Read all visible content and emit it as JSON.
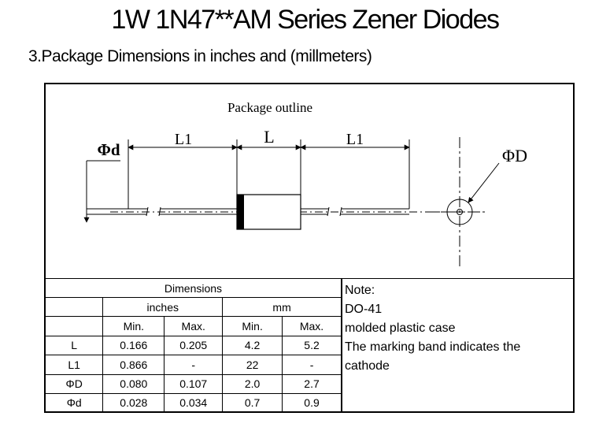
{
  "title": "1W 1N47**AM Series Zener Diodes",
  "subtitle": "3.Package Dimensions in inches and (millmeters)",
  "drawing": {
    "caption": "Package outline",
    "label_d": "Φd",
    "label_L": "L",
    "label_L1": "L1",
    "label_D": "ΦD"
  },
  "table": {
    "header": "Dimensions",
    "units": [
      "inches",
      "mm"
    ],
    "columns": [
      "Min.",
      "Max.",
      "Min.",
      "Max."
    ],
    "rows": [
      {
        "name": "L",
        "values": [
          "0.166",
          "0.205",
          "4.2",
          "5.2"
        ]
      },
      {
        "name": "L1",
        "values": [
          "0.866",
          "-",
          "22",
          "-"
        ]
      },
      {
        "name": "ΦD",
        "values": [
          "0.080",
          "0.107",
          "2.0",
          "2.7"
        ]
      },
      {
        "name": "Φd",
        "values": [
          "0.028",
          "0.034",
          "0.7",
          "0.9"
        ]
      }
    ]
  },
  "note": {
    "lines": [
      "Note:",
      "DO-41",
      "molded plastic case",
      "The marking band indicates the",
      "cathode"
    ]
  }
}
